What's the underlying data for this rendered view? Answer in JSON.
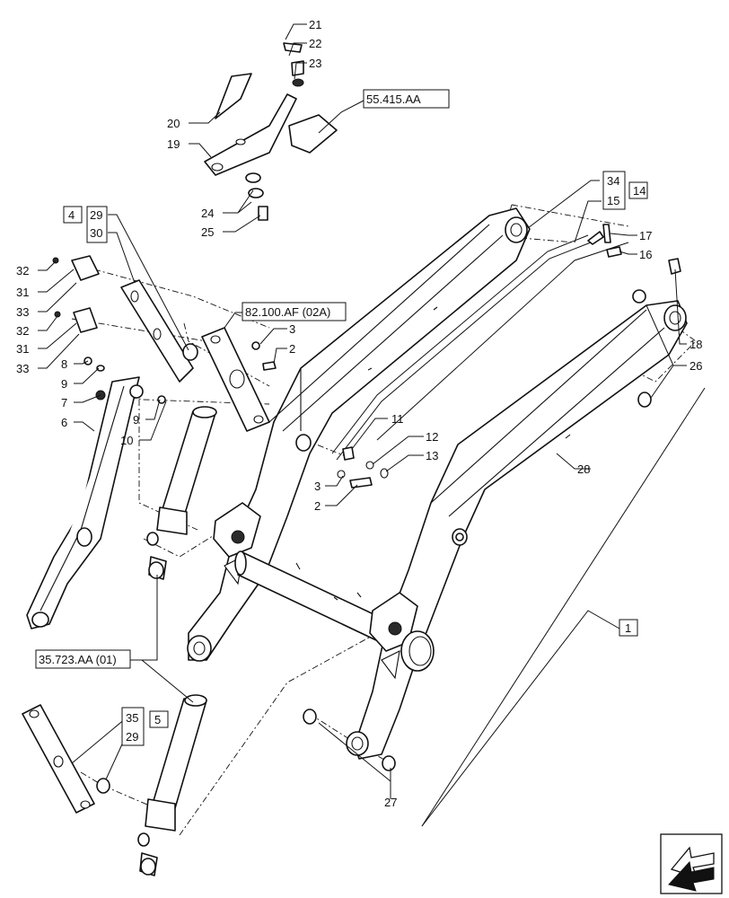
{
  "callouts": {
    "n1": "1",
    "n2a": "2",
    "n2b": "2",
    "n3a": "3",
    "n3b": "3",
    "n4": "4",
    "n5": "5",
    "n6": "6",
    "n7": "7",
    "n8": "8",
    "n9a": "9",
    "n9b": "9",
    "n10": "10",
    "n11": "11",
    "n12": "12",
    "n13": "13",
    "n14": "14",
    "n15": "15",
    "n16": "16",
    "n17": "17",
    "n18": "18",
    "n19": "19",
    "n20": "20",
    "n21": "21",
    "n22": "22",
    "n23": "23",
    "n24": "24",
    "n25": "25",
    "n26": "26",
    "n27": "27",
    "n28": "28",
    "n29a": "29",
    "n29b": "29",
    "n30": "30",
    "n31a": "31",
    "n31b": "31",
    "n32a": "32",
    "n32b": "32",
    "n33a": "33",
    "n33b": "33",
    "n34": "34",
    "n35": "35"
  },
  "references": {
    "ref_55415": "55.415.AA",
    "ref_82100": "82.100.AF (02A)",
    "ref_35723": "35.723.AA (01)"
  },
  "icons": {
    "nav": "page-navigation-arrow-icon"
  }
}
